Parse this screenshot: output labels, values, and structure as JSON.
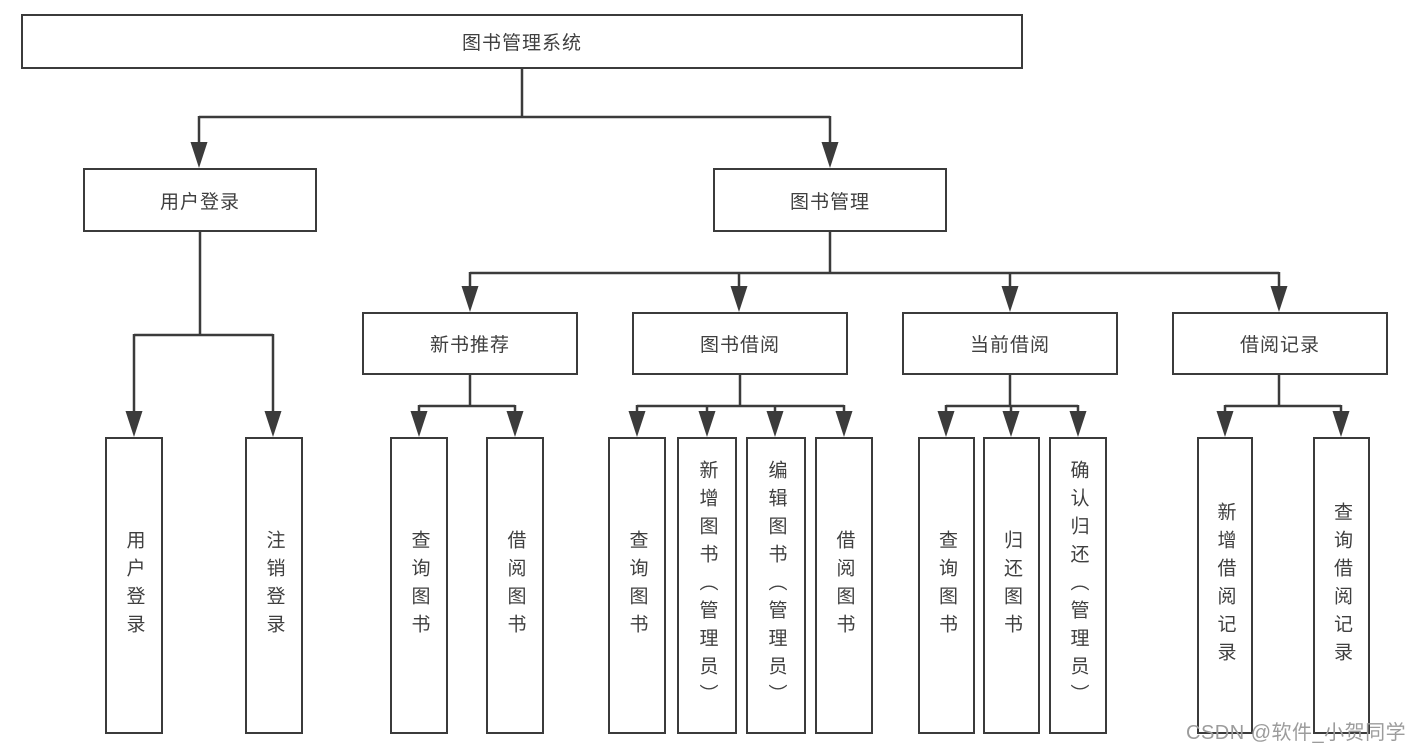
{
  "colors": {
    "line": "#3b3b3b",
    "text": "#3f3f3f",
    "background": "#ffffff",
    "watermark": "#9c9c9c"
  },
  "tree": {
    "root": "图书管理系统",
    "user_login": {
      "label": "用户登录",
      "children": [
        "用户登录",
        "注销登录"
      ]
    },
    "book_management": {
      "label": "图书管理",
      "modules": [
        {
          "label": "新书推荐",
          "children": [
            "查询图书",
            "借阅图书"
          ]
        },
        {
          "label": "图书借阅",
          "children": [
            "查询图书",
            "新增图书（管理员）",
            "编辑图书（管理员）",
            "借阅图书"
          ]
        },
        {
          "label": "当前借阅",
          "children": [
            "查询图书",
            "归还图书",
            "确认归还（管理员）"
          ]
        },
        {
          "label": "借阅记录",
          "children": [
            "新增借阅记录",
            "查询借阅记录"
          ]
        }
      ]
    }
  },
  "watermark": "CSDN @软件_小贺同学"
}
